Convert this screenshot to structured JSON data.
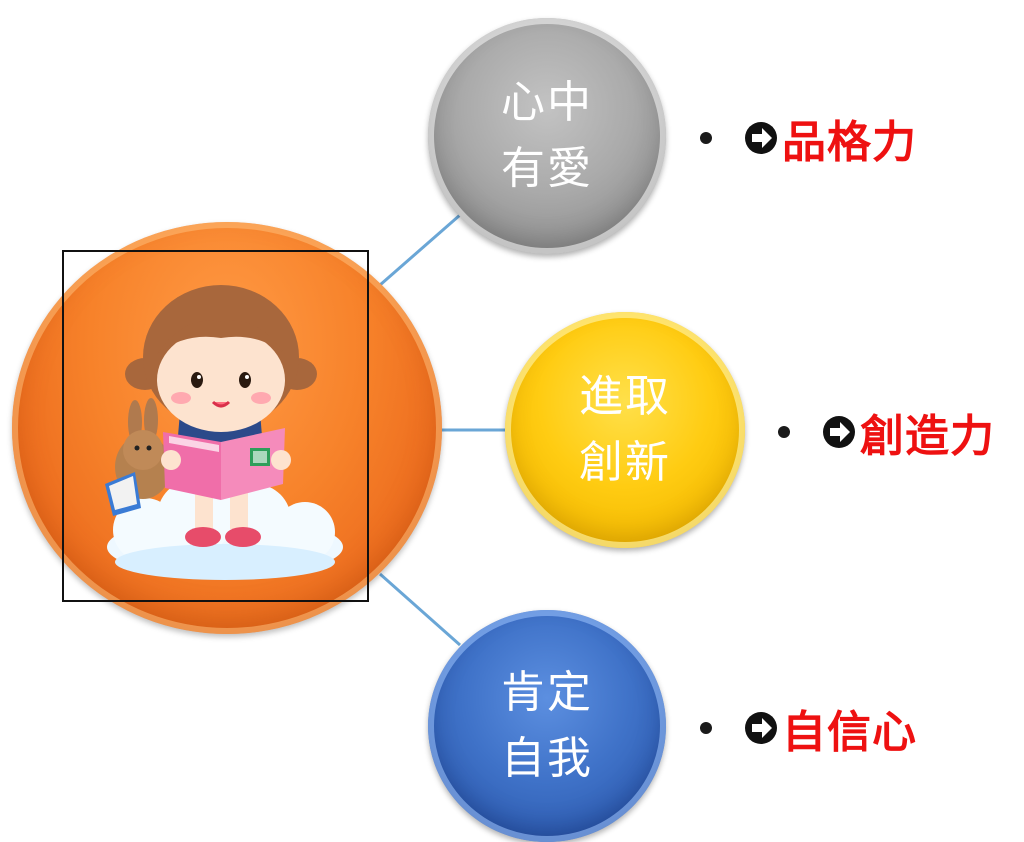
{
  "hub": {
    "image": "child-reading-book-with-bunny-on-cloud"
  },
  "nodes": [
    {
      "id": "gray",
      "line1": "心中",
      "line2": "有愛",
      "color": "#9e9e9e",
      "result": "品格力"
    },
    {
      "id": "yellow",
      "line1": "進取",
      "line2": "創新",
      "color": "#ffc90e",
      "result": "創造力"
    },
    {
      "id": "blue",
      "line1": "肯定",
      "line2": "自我",
      "color": "#3a6cc4",
      "result": "自信心"
    }
  ],
  "colors": {
    "hub": "#f7822a",
    "connector": "#6aa6d6",
    "result_text": "#ee1111"
  },
  "icons": {
    "bullet": "bullet-dot-icon",
    "arrow": "circle-arrow-right-icon"
  }
}
